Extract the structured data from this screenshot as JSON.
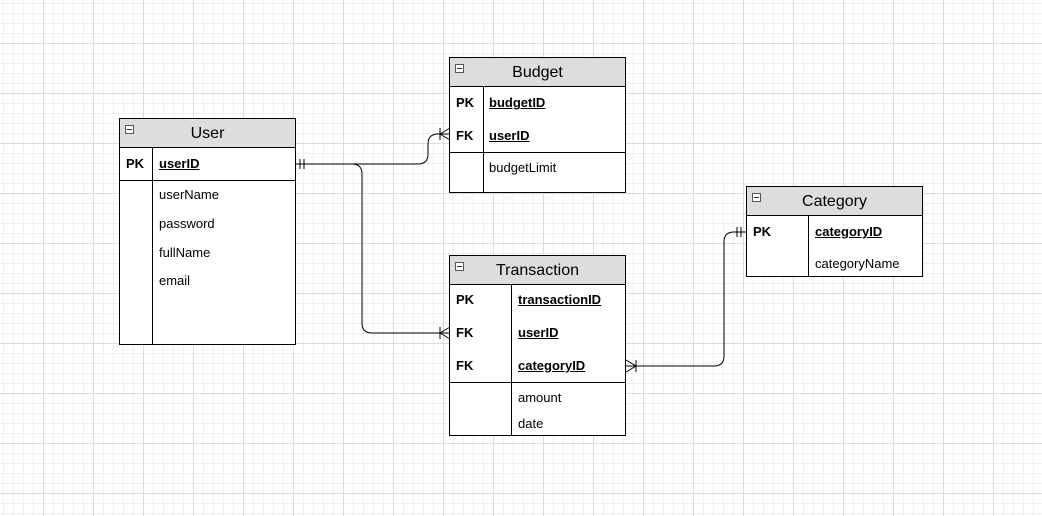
{
  "entities": {
    "user": {
      "name": "User",
      "keys": [
        {
          "key": "PK",
          "attribute": "userID"
        }
      ],
      "attributes": [
        "userName",
        "password",
        "fullName",
        "email"
      ]
    },
    "budget": {
      "name": "Budget",
      "keys": [
        {
          "key": "PK",
          "attribute": "budgetID"
        },
        {
          "key": "FK",
          "attribute": "userID"
        }
      ],
      "attributes": [
        "budgetLimit"
      ]
    },
    "transaction": {
      "name": "Transaction",
      "keys": [
        {
          "key": "PK",
          "attribute": "transactionID"
        },
        {
          "key": "FK",
          "attribute": "userID"
        },
        {
          "key": "FK",
          "attribute": "categoryID"
        }
      ],
      "attributes": [
        "amount",
        "date"
      ]
    },
    "category": {
      "name": "Category",
      "keys": [
        {
          "key": "PK",
          "attribute": "categoryID"
        }
      ],
      "attributes": [
        "categoryName"
      ]
    }
  },
  "relationships": [
    {
      "from": "User.userID",
      "to": "Budget.userID",
      "from_cardinality": "one-and-only-one",
      "to_cardinality": "one-or-many"
    },
    {
      "from": "User.userID",
      "to": "Transaction.userID",
      "from_cardinality": "one-and-only-one",
      "to_cardinality": "one-or-many"
    },
    {
      "from": "Category.categoryID",
      "to": "Transaction.categoryID",
      "from_cardinality": "one-and-only-one",
      "to_cardinality": "one-or-many"
    }
  ]
}
